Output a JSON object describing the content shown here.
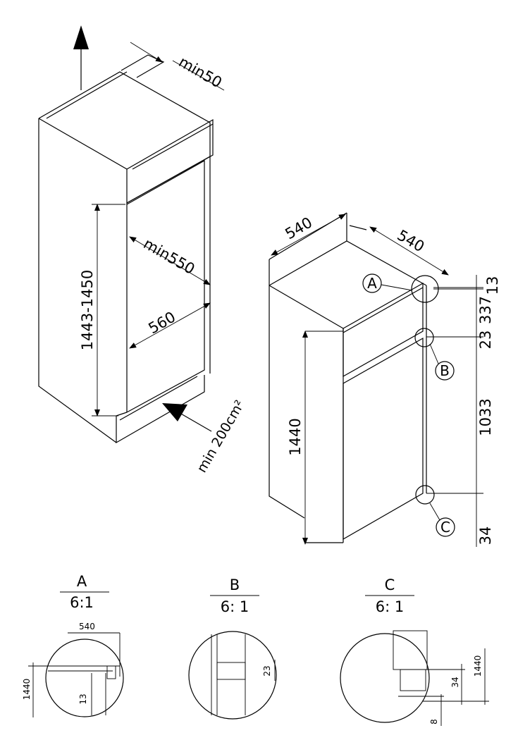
{
  "left_view": {
    "vent_top": "min50",
    "niche_height": "1443-1450",
    "niche_depth": "min550",
    "niche_width": "560",
    "vent_bottom": "min 200cm²"
  },
  "right_view": {
    "width": "540",
    "depth": "540",
    "height": "1440",
    "dim_13": "13",
    "dim_337": "337",
    "dim_23": "23",
    "dim_1033": "1033",
    "dim_34": "34",
    "callout_a": "A",
    "callout_b": "B",
    "callout_c": "C"
  },
  "details": {
    "a": {
      "letter": "A",
      "scale": "6:1",
      "dim_540": "540",
      "dim_1440": "1440",
      "dim_13": "13"
    },
    "b": {
      "letter": "B",
      "scale": "6: 1",
      "dim_23": "23"
    },
    "c": {
      "letter": "C",
      "scale": "6: 1",
      "dim_1440": "1440",
      "dim_34": "34",
      "dim_8": "8"
    }
  }
}
